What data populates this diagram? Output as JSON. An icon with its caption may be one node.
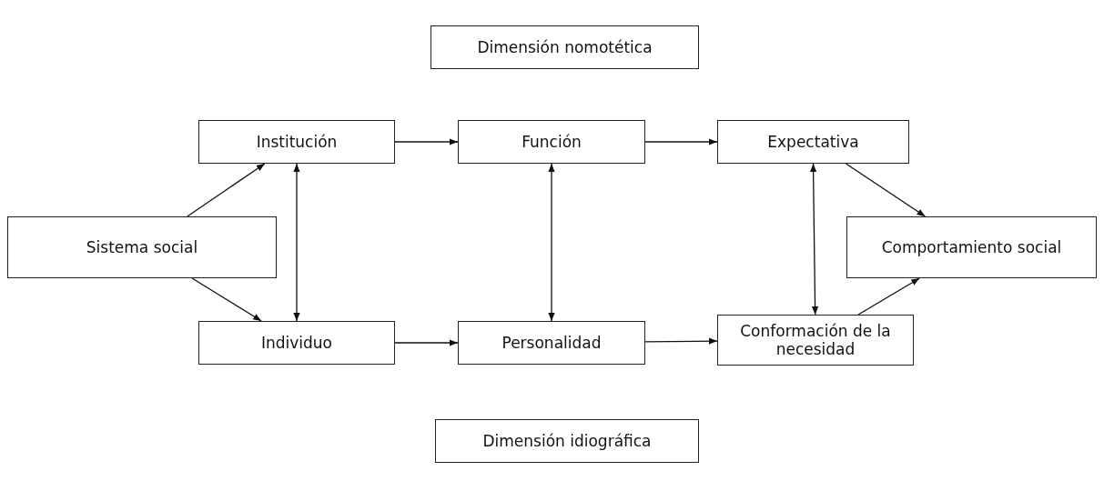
{
  "diagram": {
    "nodes": [
      {
        "text": [
          "Dimensión nomotética"
        ]
      },
      {
        "text": [
          "Institución"
        ]
      },
      {
        "text": [
          "Función"
        ]
      },
      {
        "text": [
          "Expectativa"
        ]
      },
      {
        "text": [
          "Sistema social"
        ]
      },
      {
        "text": [
          "Comportamiento social"
        ]
      },
      {
        "text": [
          "Individuo"
        ]
      },
      {
        "text": [
          "Personalidad"
        ]
      },
      {
        "text": [
          "Conformación de la necesidad"
        ]
      },
      {
        "text": [
          "Dimensión idiográfica"
        ]
      }
    ],
    "edges": [
      {
        "from": 4,
        "to": 1,
        "arrow": "to"
      },
      {
        "from": 4,
        "to": 6,
        "arrow": "to"
      },
      {
        "from": 1,
        "to": 2,
        "arrow": "to"
      },
      {
        "from": 2,
        "to": 3,
        "arrow": "to"
      },
      {
        "from": 6,
        "to": 7,
        "arrow": "to"
      },
      {
        "from": 7,
        "to": 8,
        "arrow": "to"
      },
      {
        "from": 3,
        "to": 5,
        "arrow": "to"
      },
      {
        "from": 8,
        "to": 5,
        "arrow": "to"
      },
      {
        "from": 1,
        "to": 6,
        "arrow": "both"
      },
      {
        "from": 2,
        "to": 7,
        "arrow": "both"
      },
      {
        "from": 3,
        "to": 8,
        "arrow": "both"
      }
    ]
  }
}
